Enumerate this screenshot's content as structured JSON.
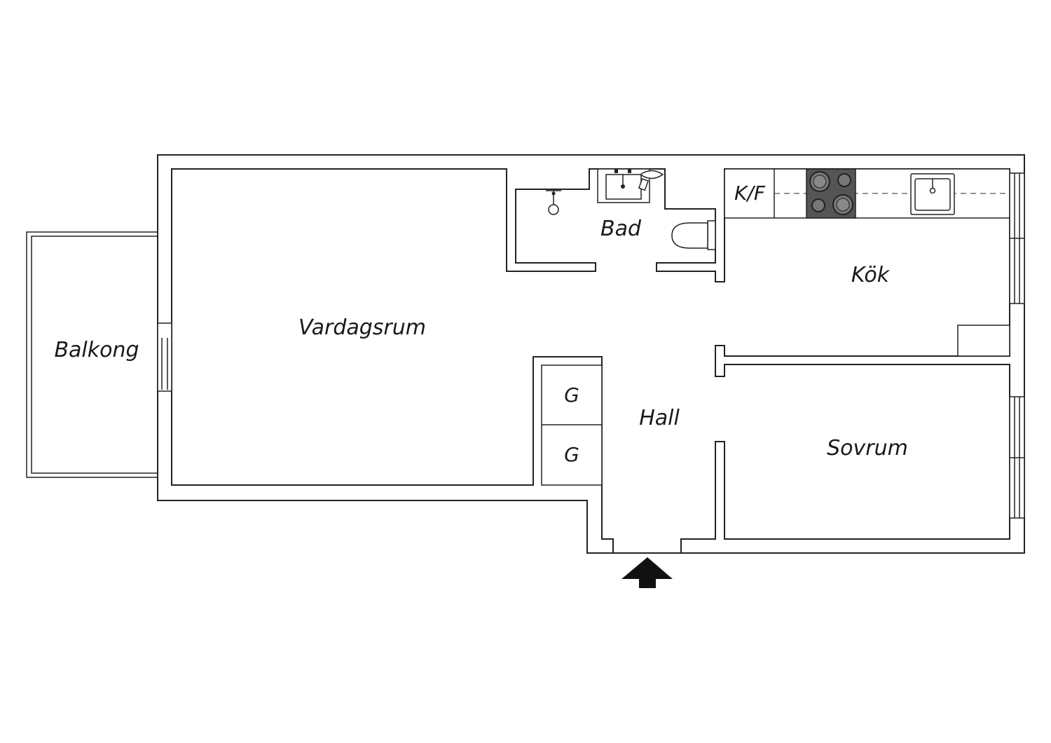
{
  "rooms": {
    "vardagsrum": "Vardagsrum",
    "balkong": "Balkong",
    "bad": "Bad",
    "kok": "Kök",
    "kf": "K/F",
    "hall": "Hall",
    "sovrum": "Sovrum",
    "garderob_1": "G",
    "garderob_2": "G"
  },
  "colors": {
    "wall_stroke": "#222222",
    "stove": "#555555",
    "background": "#ffffff"
  },
  "icons": {
    "entrance": "entrance-arrow-icon"
  }
}
